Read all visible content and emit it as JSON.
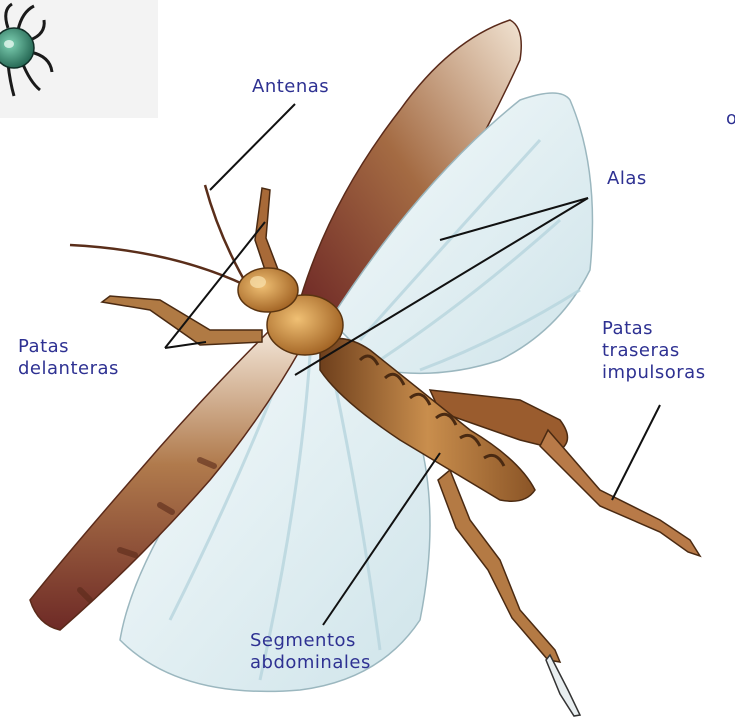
{
  "diagram": {
    "corner_fragment": "o",
    "labels": {
      "antennae": "Antenas",
      "wings": "Alas",
      "front_legs": [
        "Patas",
        "delanteras"
      ],
      "hind_legs": [
        "Patas",
        "traseras",
        "impulsoras"
      ],
      "abdomen": [
        "Segmentos",
        "abdominales"
      ]
    }
  },
  "colors": {
    "label": "#2e3192",
    "leader_line": "#111111",
    "body": "#8b5a2b",
    "wing_membrane": "#e6f1f4",
    "forewing": "#a9744a"
  }
}
